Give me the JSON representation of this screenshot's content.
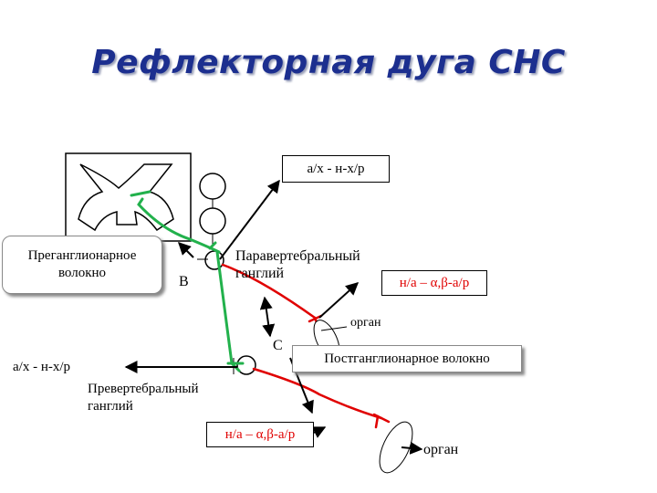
{
  "title": "Рефлекторная дуга СНС",
  "labels": {
    "ax_top": "а/х - н-х/р",
    "preganglionic_line1": "Преганглионарное",
    "preganglionic_line2": "волокно",
    "paravertebral_line1": "Паравертебральный",
    "paravertebral_line2": "ганглий",
    "na_right": "н/а – α,β-а/р",
    "letter_b": "В",
    "letter_c": "С",
    "organ_top": "орган",
    "postganglionic": "Постганглионарное волокно",
    "ax_left": "а/х - н-х/р",
    "prevertebral_line1": "Превертебральный",
    "prevertebral_line2": "ганглий",
    "na_bottom": "н/а – α,β-а/р",
    "organ_bottom": "орган"
  },
  "colors": {
    "title": "#1c2f8f",
    "preganglionic_fiber": "#22b14c",
    "postganglionic_fiber": "#e00000",
    "text": "#000000"
  }
}
